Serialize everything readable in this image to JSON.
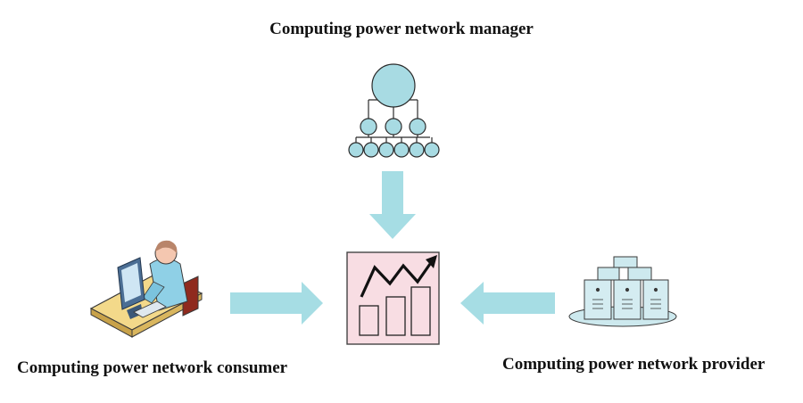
{
  "manager": {
    "label": "Computing power network manager"
  },
  "consumer": {
    "label": "Computing power network consumer"
  },
  "provider": {
    "label": "Computing power network provider"
  },
  "icons": {
    "manager": "hierarchy-tree-icon",
    "consumer": "user-at-computer-icon",
    "center": "trend-chart-icon",
    "provider": "server-cluster-icon"
  },
  "colors": {
    "node_fill": "#a8dbe3",
    "arrow": "#a6dde4",
    "center_box": "#f8dde3",
    "outline": "#2b2b2b"
  }
}
